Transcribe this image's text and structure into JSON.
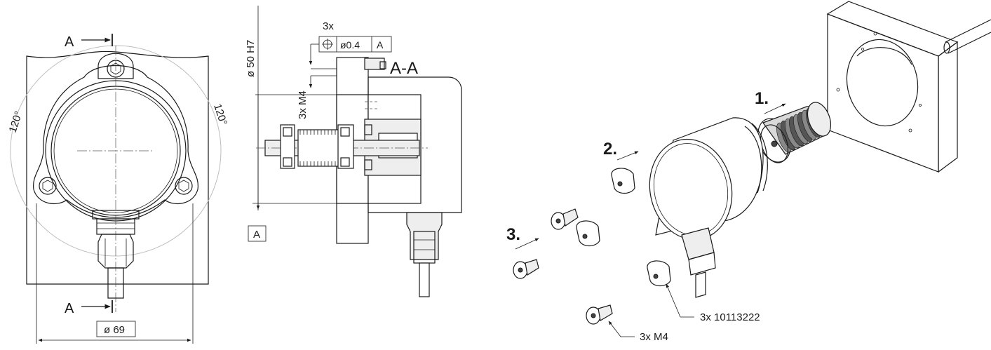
{
  "front_view": {
    "section_label_top": "A",
    "section_label_bottom": "A",
    "angle_left": "120°",
    "angle_right": "120°",
    "diameter_label": "ø 69"
  },
  "section_view": {
    "bore_label": "ø 50 H7",
    "count_label": "3x",
    "tolerance_symbol": "⌖",
    "tolerance_value": "ø0.4",
    "tolerance_datum": "A",
    "section_title": "A-A",
    "thread_label": "3x M4",
    "datum_label": "A"
  },
  "assembly_view": {
    "steps": [
      "1.",
      "2.",
      "3."
    ],
    "callout_part": "3x 10113222",
    "callout_screw": "3x M4"
  }
}
